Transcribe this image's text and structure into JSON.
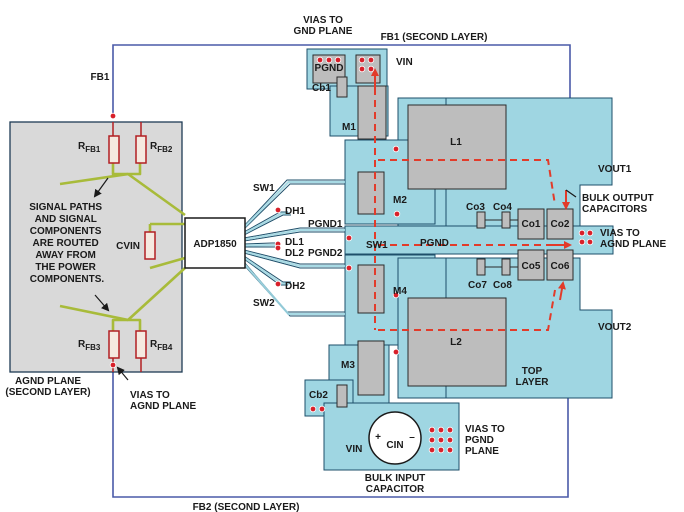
{
  "colors": {
    "copper": "#9fd6e2",
    "copper_edge": "#1e4f6a",
    "gray_plane": "#d9d9d9",
    "component": "#bdbdbd",
    "trace_green": "#a8bb3a",
    "fb_trace": "#4a5aa8",
    "current_path": "#e23b2a",
    "via": "#d8202a",
    "resistor": "#f5e9e0",
    "resistor_edge": "#b21f23"
  },
  "labels": {
    "vias_to_gnd_plane": [
      "VIAS TO",
      "GND PLANE"
    ],
    "fb1_second_layer": "FB1 (SECOND LAYER)",
    "fb1": "FB1",
    "pgnd_top": "PGND",
    "vin_top": "VIN",
    "cb1": "Cb1",
    "m1": "M1",
    "l1": "L1",
    "vout1": "VOUT1",
    "rfb1_main": "R",
    "rfb1_sub": "FB1",
    "rfb2_main": "R",
    "rfb2_sub": "FB2",
    "rfb3_main": "R",
    "rfb3_sub": "FB3",
    "rfb4_main": "R",
    "rfb4_sub": "FB4",
    "signal_note": [
      "SIGNAL PATHS",
      "AND SIGNAL",
      "COMPONENTS",
      "ARE ROUTED",
      "AWAY FROM",
      "THE POWER",
      "COMPONENTS."
    ],
    "cvin": "CVIN",
    "adp1850": "ADP1850",
    "sw1_left": "SW1",
    "dh1": "DH1",
    "pgnd1": "PGND1",
    "dl1": "DL1",
    "dl2": "DL2",
    "pgnd2": "PGND2",
    "dh2": "DH2",
    "sw2_left": "SW2",
    "m2": "M2",
    "co3": "Co3",
    "co4": "Co4",
    "co1": "Co1",
    "co2": "Co2",
    "bulk_output": [
      "BULK OUTPUT",
      "CAPACITORS"
    ],
    "vias_to_agnd_right": [
      "VIAS TO",
      "AGND PLANE"
    ],
    "sw1_mid": "SW1",
    "pgnd_mid": "PGND",
    "co7": "Co7",
    "co8": "Co8",
    "co5": "Co5",
    "co6": "Co6",
    "m4": "M4",
    "vout2": "VOUT2",
    "l2": "L2",
    "top_layer": [
      "TOP",
      "LAYER"
    ],
    "m3": "M3",
    "agnd_plane": [
      "AGND PLANE",
      "(SECOND LAYER)"
    ],
    "vias_to_agnd_left": [
      "VIAS TO",
      "AGND PLANE"
    ],
    "cb2": "Cb2",
    "cin": "CIN",
    "cin_plus": "+",
    "cin_minus": "–",
    "vias_to_pgnd": [
      "VIAS TO",
      "PGND",
      "PLANE"
    ],
    "vin_bottom": "VIN",
    "bulk_input": [
      "BULK INPUT",
      "CAPACITOR"
    ],
    "fb2_second_layer": "FB2 (SECOND LAYER)"
  }
}
